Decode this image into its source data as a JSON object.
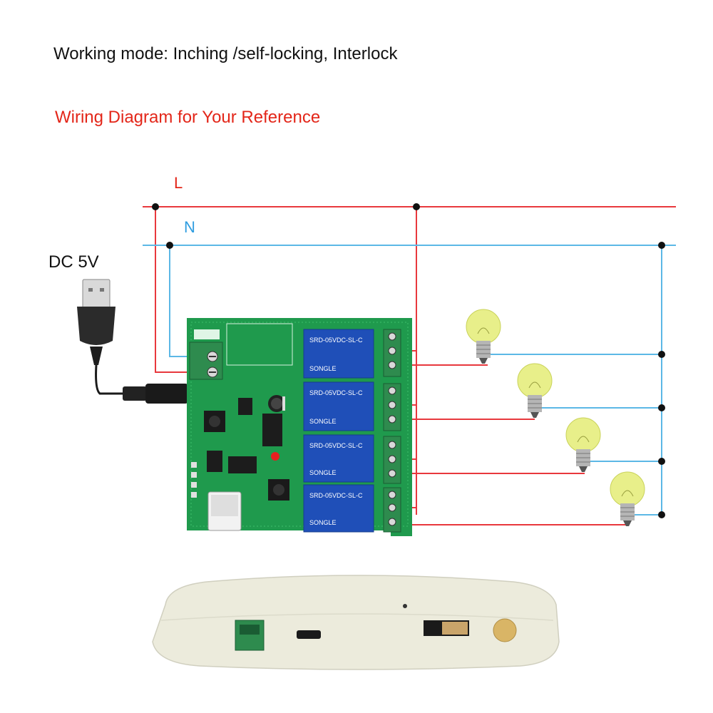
{
  "header": {
    "working_mode": "Working mode: Inching /self-locking, Interlock",
    "wiring_reference": "Wiring Diagram for Your Reference"
  },
  "labels": {
    "line": "L",
    "neutral": "N",
    "power": "DC 5V"
  },
  "colors": {
    "line_wire": "#e8383d",
    "neutral_wire": "#5cb8e6",
    "relay_blue": "#1f4fb8",
    "pcb_green": "#1f9a4d",
    "terminal_green": "#2e8b4e",
    "bulb_yellow": "#e8ef8a",
    "case_beige": "#ecebdc"
  },
  "relays": [
    {
      "model": "SRD-05VDC-SL-C",
      "brand": "SONGLE"
    },
    {
      "model": "SRD-05VDC-SL-C",
      "brand": "SONGLE"
    },
    {
      "model": "SRD-05VDC-SL-C",
      "brand": "SONGLE"
    },
    {
      "model": "SRD-05VDC-SL-C",
      "brand": "SONGLE"
    }
  ],
  "icons": {
    "usb_plug": "usb-plug-icon",
    "bulb": "light-bulb-icon"
  }
}
